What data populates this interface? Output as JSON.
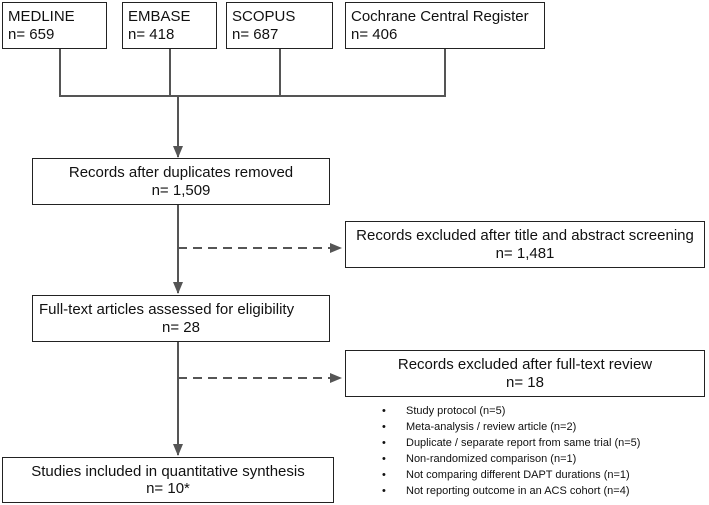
{
  "sources": [
    {
      "name": "MEDLINE",
      "count": "n= 659"
    },
    {
      "name": "EMBASE",
      "count": "n= 418"
    },
    {
      "name": "SCOPUS",
      "count": "n= 687"
    },
    {
      "name": "Cochrane Central Register",
      "count": "n= 406"
    }
  ],
  "after_duplicates": {
    "label": "Records after duplicates removed",
    "count": "n= 1,509"
  },
  "excluded_screening": {
    "label": "Records excluded after title and abstract screening",
    "count": "n= 1,481"
  },
  "fulltext_assessed": {
    "label": "Full-text articles assessed for eligibility",
    "count": "n= 28"
  },
  "excluded_fulltext": {
    "label": "Records excluded after full-text review",
    "count": "n= 18",
    "reasons": [
      "Study protocol (n=5)",
      "Meta-analysis / review article (n=2)",
      "Duplicate / separate report from same trial (n=5)",
      "Non-randomized comparison (n=1)",
      "Not comparing different DAPT durations (n=1)",
      "Not reporting outcome in an ACS cohort (n=4)"
    ]
  },
  "included": {
    "label": "Studies included in quantitative synthesis",
    "count": "n= 10*"
  }
}
